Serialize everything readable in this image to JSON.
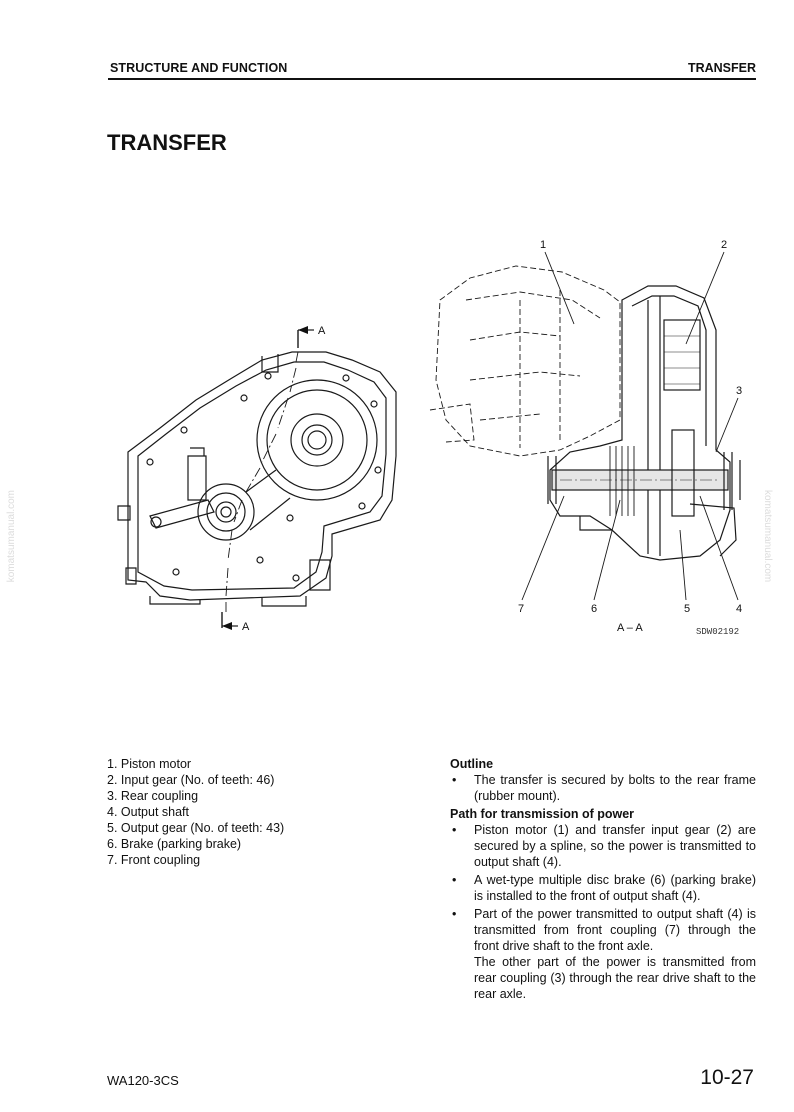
{
  "header": {
    "section": "STRUCTURE AND FUNCTION",
    "chapter": "TRANSFER"
  },
  "title": "TRANSFER",
  "figure": {
    "section_mark_top": "A",
    "section_mark_bottom": "A",
    "section_caption": "A – A",
    "drawing_code": "SDW02192",
    "callouts": [
      "1",
      "2",
      "3",
      "4",
      "5",
      "6",
      "7"
    ]
  },
  "parts_list": [
    "1. Piston motor",
    "2. Input gear (No. of teeth: 46)",
    "3. Rear coupling",
    "4. Output shaft",
    "5. Output gear (No. of teeth: 43)",
    "6. Brake (parking brake)",
    "7. Front coupling"
  ],
  "outline": {
    "heading": "Outline",
    "bullets": [
      "The transfer is secured by bolts to the rear frame (rubber mount)."
    ]
  },
  "power_path": {
    "heading": "Path for transmission of power",
    "bullets": [
      "Piston motor (1) and transfer input gear (2) are secured by a spline, so the power is transmitted to output shaft (4).",
      "A wet-type multiple disc brake (6) (parking brake) is installed to the front of output shaft (4)."
    ],
    "last_bullet": "Part of the power transmitted to output shaft (4) is transmitted from front coupling (7) through the front drive shaft to the front axle.",
    "last_bullet_cont": "The other part of the power is transmitted from rear coupling (3) through the rear drive shaft to the rear axle."
  },
  "bullet_char": "•",
  "footer": {
    "model": "WA120-3CS",
    "page": "10-27"
  },
  "watermark": "komatsumanual.com"
}
